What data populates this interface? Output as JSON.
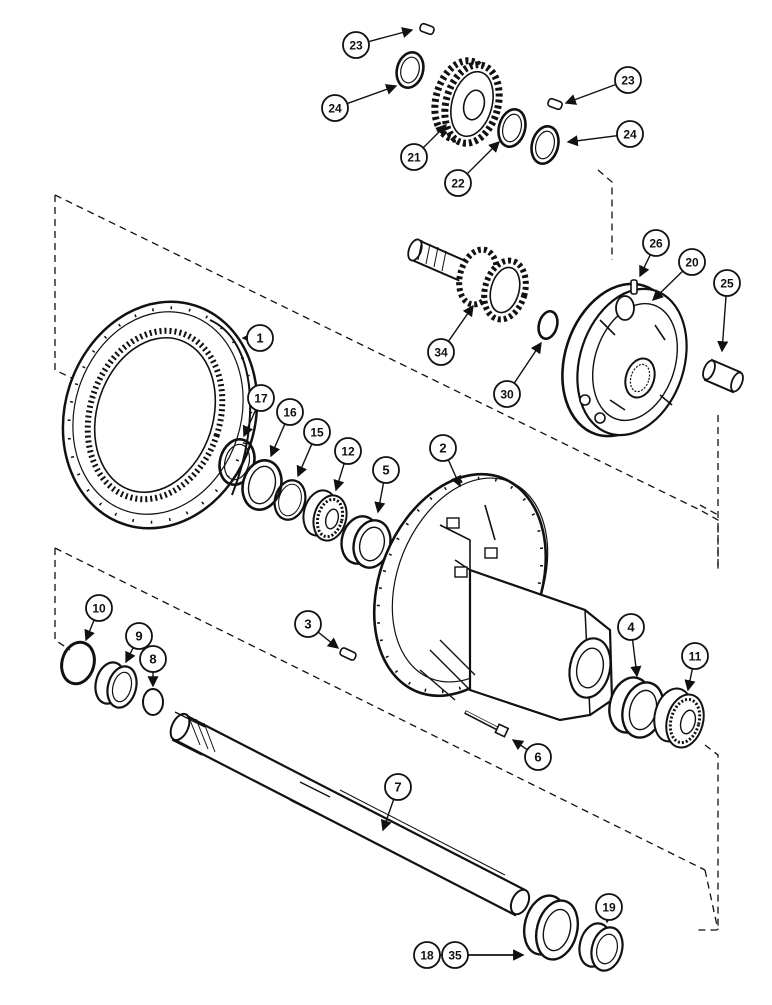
{
  "diagram": {
    "type": "exploded-parts-view",
    "ink_color": "#111111",
    "background": "#ffffff",
    "callouts": [
      {
        "id": "c1",
        "label": "1"
      },
      {
        "id": "c2",
        "label": "2"
      },
      {
        "id": "c3",
        "label": "3"
      },
      {
        "id": "c4",
        "label": "4"
      },
      {
        "id": "c5",
        "label": "5"
      },
      {
        "id": "c6",
        "label": "6"
      },
      {
        "id": "c7",
        "label": "7"
      },
      {
        "id": "c8",
        "label": "8"
      },
      {
        "id": "c9",
        "label": "9"
      },
      {
        "id": "c10",
        "label": "10"
      },
      {
        "id": "c11",
        "label": "11"
      },
      {
        "id": "c12",
        "label": "12"
      },
      {
        "id": "c15",
        "label": "15"
      },
      {
        "id": "c16",
        "label": "16"
      },
      {
        "id": "c17",
        "label": "17"
      },
      {
        "id": "c18",
        "label": "18"
      },
      {
        "id": "c19",
        "label": "19"
      },
      {
        "id": "c20",
        "label": "20"
      },
      {
        "id": "c21",
        "label": "21"
      },
      {
        "id": "c22",
        "label": "22"
      },
      {
        "id": "c23a",
        "label": "23"
      },
      {
        "id": "c23b",
        "label": "23"
      },
      {
        "id": "c24a",
        "label": "24"
      },
      {
        "id": "c24b",
        "label": "24"
      },
      {
        "id": "c25",
        "label": "25"
      },
      {
        "id": "c26",
        "label": "26"
      },
      {
        "id": "c30",
        "label": "30"
      },
      {
        "id": "c34",
        "label": "34"
      },
      {
        "id": "c35",
        "label": "35"
      }
    ]
  }
}
